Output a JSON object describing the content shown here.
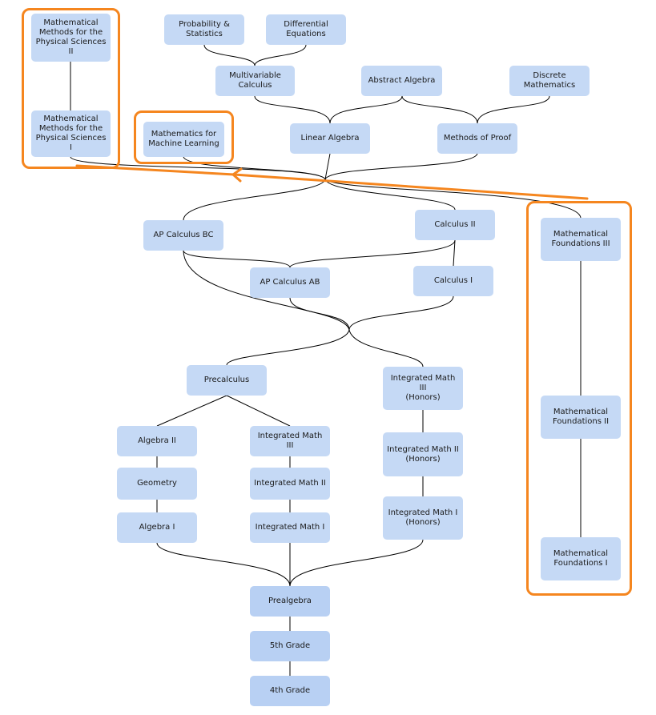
{
  "colors": {
    "node": "#c5d9f5",
    "edge": "#000000",
    "highlight": "#f5861f"
  },
  "nodes": [
    {
      "id": "mmps2",
      "label": "Mathematical\nMethods for the\nPhysical Sciences II"
    },
    {
      "id": "mmps1",
      "label": "Mathematical\nMethods for the\nPhysical Sciences I"
    },
    {
      "id": "prob",
      "label": "Probability &\nStatistics"
    },
    {
      "id": "diffeq",
      "label": "Differential\nEquations"
    },
    {
      "id": "multi",
      "label": "Multivariable\nCalculus"
    },
    {
      "id": "abstract",
      "label": "Abstract Algebra"
    },
    {
      "id": "discrete",
      "label": "Discrete\nMathematics"
    },
    {
      "id": "ml",
      "label": "Mathematics for\nMachine Learning"
    },
    {
      "id": "linalg",
      "label": "Linear Algebra"
    },
    {
      "id": "proof",
      "label": "Methods of Proof"
    },
    {
      "id": "apbc",
      "label": "AP Calculus BC"
    },
    {
      "id": "calc2",
      "label": "Calculus II"
    },
    {
      "id": "apab",
      "label": "AP Calculus AB"
    },
    {
      "id": "calc1",
      "label": "Calculus I"
    },
    {
      "id": "mf3",
      "label": "Mathematical\nFoundations III"
    },
    {
      "id": "mf2",
      "label": "Mathematical\nFoundations II"
    },
    {
      "id": "mf1",
      "label": "Mathematical\nFoundations I"
    },
    {
      "id": "precalc",
      "label": "Precalculus"
    },
    {
      "id": "im3h",
      "label": "Integrated Math III\n(Honors)"
    },
    {
      "id": "alg2",
      "label": "Algebra II"
    },
    {
      "id": "im3",
      "label": "Integrated Math III"
    },
    {
      "id": "im2h",
      "label": "Integrated Math II\n(Honors)"
    },
    {
      "id": "geom",
      "label": "Geometry"
    },
    {
      "id": "im2",
      "label": "Integrated Math II"
    },
    {
      "id": "im1h",
      "label": "Integrated Math I\n(Honors)"
    },
    {
      "id": "alg1",
      "label": "Algebra I"
    },
    {
      "id": "im1",
      "label": "Integrated Math I"
    },
    {
      "id": "prealg",
      "label": "Prealgebra"
    },
    {
      "id": "g5",
      "label": "5th Grade"
    },
    {
      "id": "g4",
      "label": "4th Grade"
    }
  ]
}
